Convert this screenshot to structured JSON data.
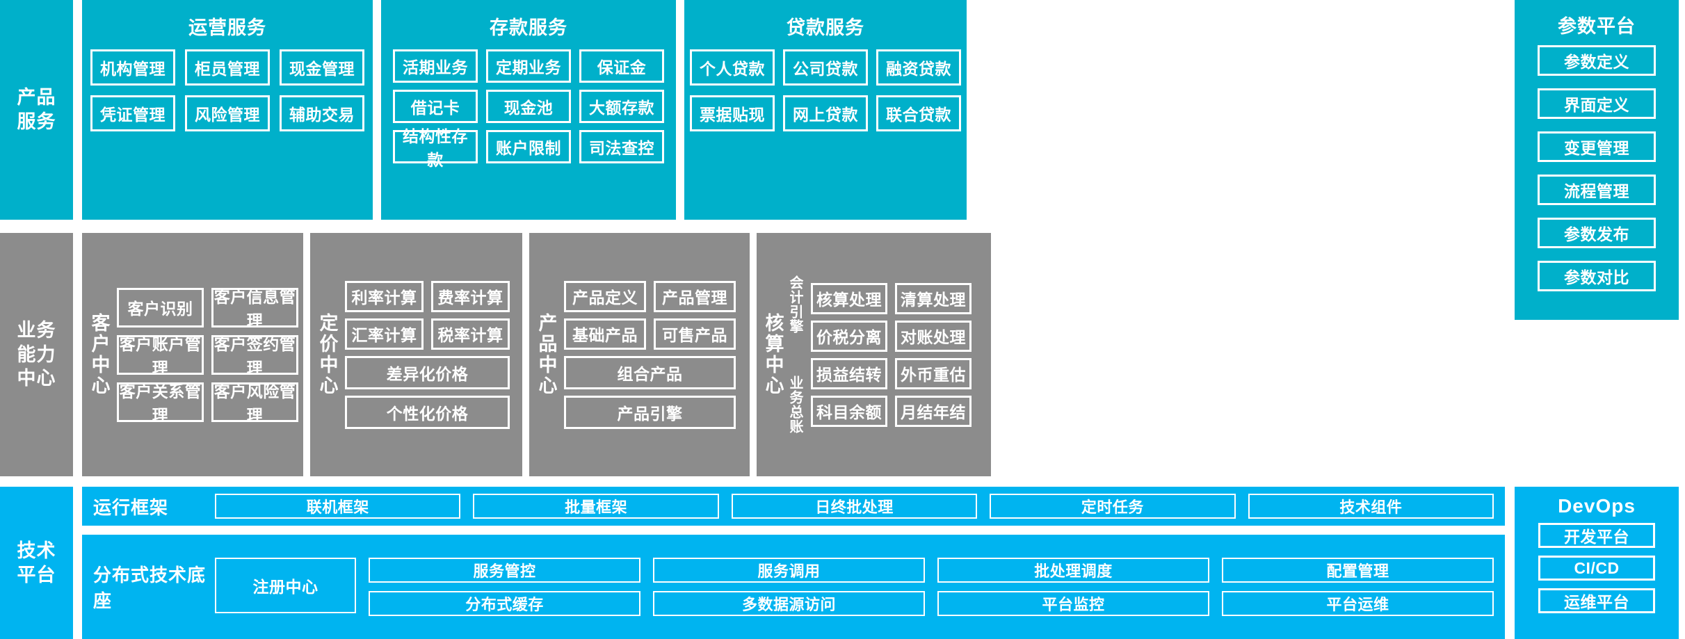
{
  "layers": {
    "product_service": {
      "label": "产品\n服务"
    },
    "business_capability": {
      "label": "业务\n能力\n中心"
    },
    "tech_platform": {
      "label": "技术\n平台"
    }
  },
  "product_service": {
    "groups": [
      {
        "title": "运营服务",
        "rows": [
          [
            "机构管理",
            "柜员管理",
            "现金管理"
          ],
          [
            "凭证管理",
            "风险管理",
            "辅助交易"
          ]
        ]
      },
      {
        "title": "存款服务",
        "rows": [
          [
            "活期业务",
            "定期业务",
            "保证金"
          ],
          [
            "借记卡",
            "现金池",
            "大额存款"
          ],
          [
            "结构性存款",
            "账户限制",
            "司法查控"
          ]
        ]
      },
      {
        "title": "贷款服务",
        "rows": [
          [
            "个人贷款",
            "公司贷款",
            "融资贷款"
          ],
          [
            "票据贴现",
            "网上贷款",
            "联合贷款"
          ]
        ]
      }
    ]
  },
  "param_platform": {
    "title": "参数平台",
    "items": [
      "参数定义",
      "界面定义",
      "变更管理",
      "流程管理",
      "参数发布",
      "参数对比"
    ]
  },
  "business_centers": [
    {
      "name": "客户中心",
      "rows": [
        [
          "客户识别",
          "客户信息管理"
        ],
        [
          "客户账户管理",
          "客户签约管理"
        ],
        [
          "客户关系管理",
          "客户风险管理"
        ]
      ]
    },
    {
      "name": "定价中心",
      "rows": [
        [
          "利率计算",
          "费率计算"
        ],
        [
          "汇率计算",
          "税率计算"
        ]
      ],
      "full_rows": [
        "差异化价格",
        "个性化价格"
      ]
    },
    {
      "name": "产品中心",
      "rows": [
        [
          "产品定义",
          "产品管理"
        ],
        [
          "基础产品",
          "可售产品"
        ]
      ],
      "full_rows": [
        "组合产品",
        "产品引擎"
      ]
    },
    {
      "name": "核算中心",
      "sub_groups": [
        {
          "name": "会计引擎",
          "rows": [
            [
              "核算处理",
              "清算处理"
            ],
            [
              "价税分离",
              "对账处理"
            ]
          ]
        },
        {
          "name": "业务总账",
          "rows": [
            [
              "损益结转",
              "外币重估"
            ],
            [
              "科目余额",
              "月结年结"
            ]
          ]
        }
      ]
    }
  ],
  "tech_platform": {
    "rows": [
      {
        "name": "运行框架",
        "cells": [
          "联机框架",
          "批量框架",
          "日终批处理",
          "定时任务",
          "技术组件"
        ]
      },
      {
        "name": "分布式技术底座",
        "anchor": "注册中心",
        "columns": [
          [
            "服务管控",
            "分布式缓存"
          ],
          [
            "服务调用",
            "多数据源访问"
          ],
          [
            "批处理调度",
            "平台监控"
          ],
          [
            "配置管理",
            "平台运维"
          ]
        ]
      }
    ]
  },
  "devops": {
    "title": "DevOps",
    "items": [
      "开发平台",
      "CI/CD",
      "运维平台"
    ]
  },
  "colors": {
    "teal": "#00b0ca",
    "gray": "#8c8c8c",
    "bright_blue": "#00b4f0",
    "white": "#ffffff"
  }
}
